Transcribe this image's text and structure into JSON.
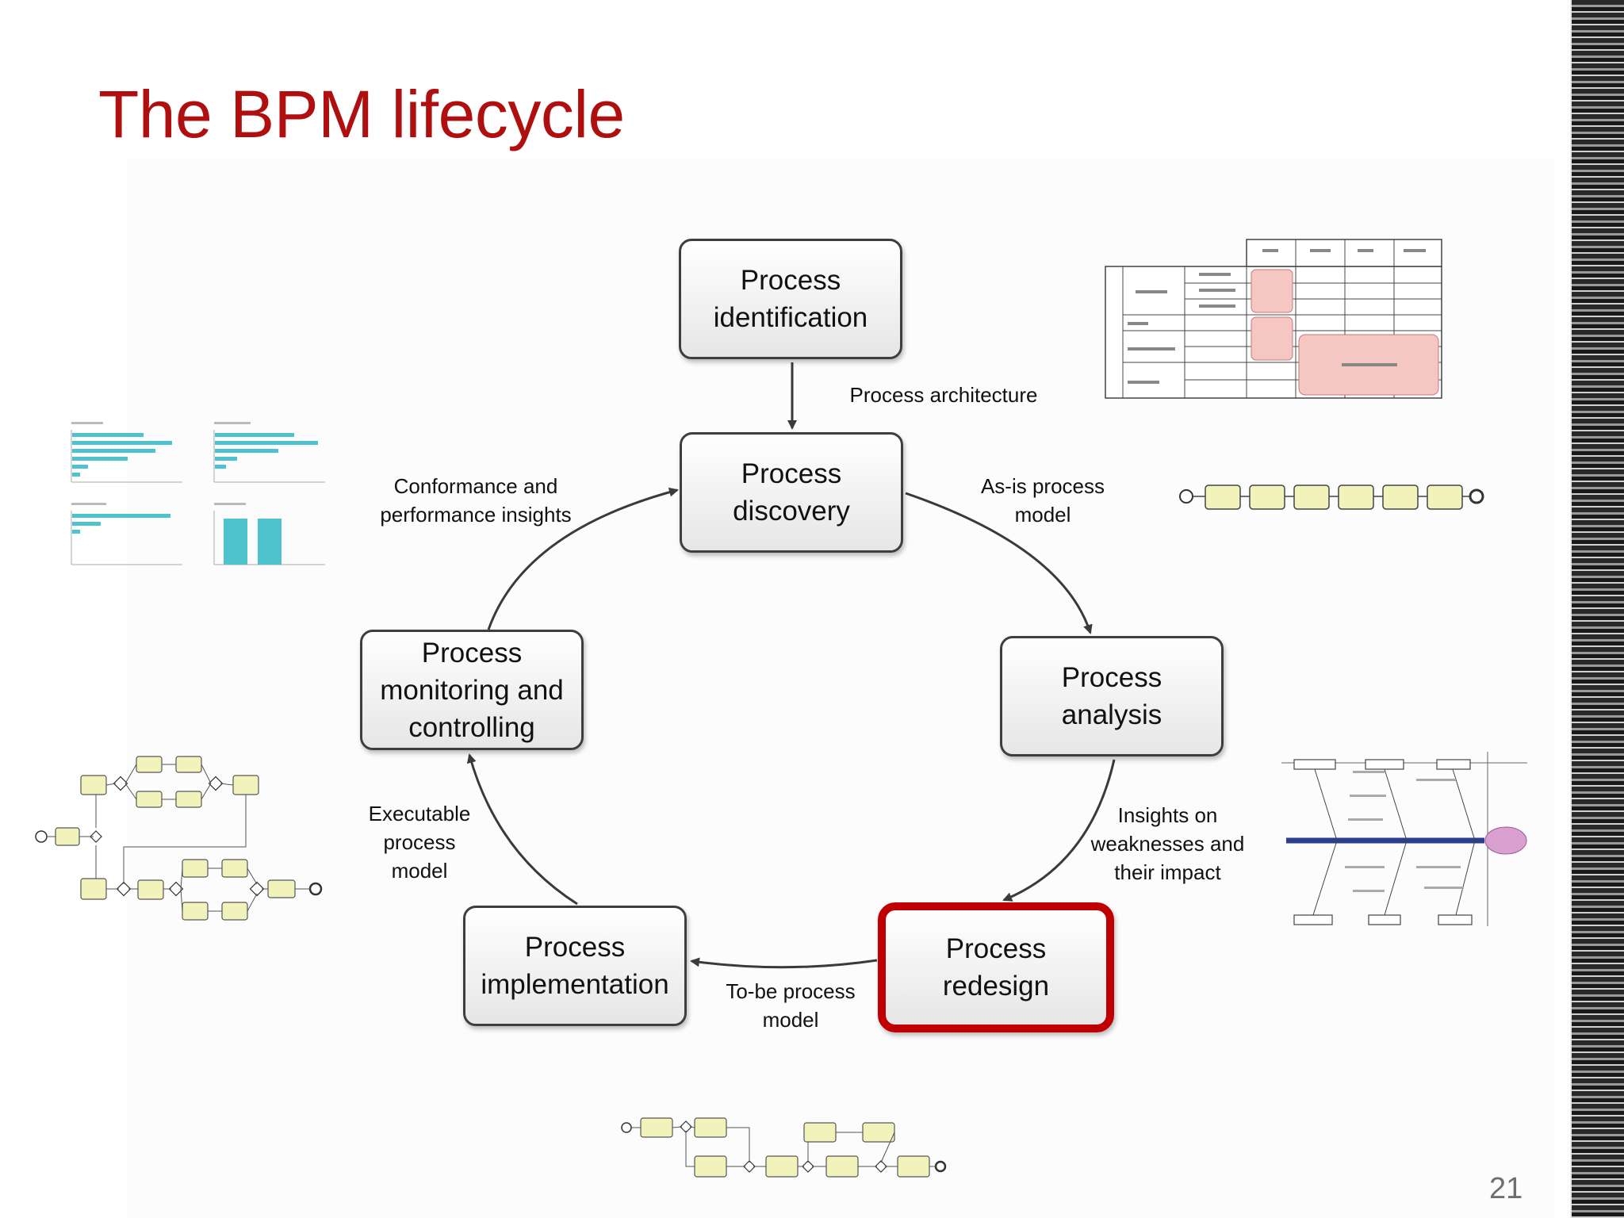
{
  "slide": {
    "title": "The BPM lifecycle",
    "page_number": "21"
  },
  "phases": {
    "identification": "Process\nidentification",
    "discovery": "Process\ndiscovery",
    "analysis": "Process\nanalysis",
    "redesign": "Process\nredesign",
    "implementation": "Process\nimplementation",
    "monitoring": "Process\nmonitoring and\ncontrolling"
  },
  "edge_labels": {
    "architecture": "Process architecture",
    "as_is": "As-is process\nmodel",
    "insights": "Insights on\nweaknesses and\ntheir impact",
    "to_be": "To-be process\nmodel",
    "executable": "Executable\nprocess\nmodel",
    "conformance": "Conformance and\nperformance insights"
  },
  "highlighted_phase": "redesign",
  "colors": {
    "title": "#b00f0f",
    "highlight_border": "#c00000",
    "box_border": "#3e3e3e"
  }
}
